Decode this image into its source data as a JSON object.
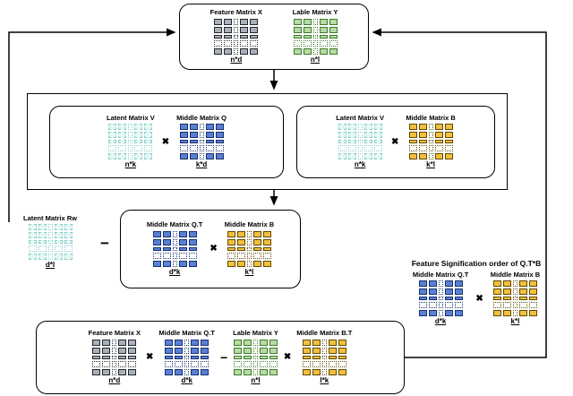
{
  "operators": {
    "multiply": "✖",
    "minus": "−"
  },
  "top_box": {
    "x": {
      "name": "Feature Matrix X",
      "dims": "n*d",
      "fill": "#a9b0ba",
      "border": "#23272b"
    },
    "y": {
      "name": "Lable Matrix Y",
      "dims": "n*l",
      "fill": "#b6dba4",
      "border": "#3f7a28"
    }
  },
  "factor_left": {
    "v": {
      "name": "Latent Matrix V",
      "dims": "n*k",
      "fill": "#e4f7f4",
      "border": "#86cfc8",
      "dashed": true
    },
    "q": {
      "name": "Middle Matrix Q",
      "dims": "k*d",
      "fill": "#5a7fd6",
      "border": "#17306e"
    }
  },
  "factor_right": {
    "v": {
      "name": "Latent Matrix V",
      "dims": "n*k",
      "fill": "#e4f7f4",
      "border": "#86cfc8",
      "dashed": true
    },
    "b": {
      "name": "Middle Matrix B",
      "dims": "k*l",
      "fill": "#f3bf3c",
      "border": "#5f4a00"
    }
  },
  "residual_row": {
    "rw": {
      "name": "Latent Matrix Rw",
      "dims": "d*l",
      "fill": "#e4f7f4",
      "border": "#86cfc8",
      "dashed": true
    },
    "qt": {
      "name": "Middle Matrix Q.T",
      "dims": "d*k",
      "fill": "#5a7fd6",
      "border": "#17306e"
    },
    "b": {
      "name": "Middle Matrix B",
      "dims": "k*l",
      "fill": "#f3bf3c",
      "border": "#5f4a00"
    }
  },
  "signification": {
    "title": "Feature Signification order of Q.T*B",
    "qt": {
      "name": "Middle Matrix Q.T",
      "dims": "d*k",
      "fill": "#5a7fd6",
      "border": "#17306e"
    },
    "b": {
      "name": "Middle Matrix B",
      "dims": "k*l",
      "fill": "#f3bf3c",
      "border": "#5f4a00"
    }
  },
  "bottom_box": {
    "x": {
      "name": "Feature Matrix X",
      "dims": "n*d",
      "fill": "#a9b0ba",
      "border": "#23272b"
    },
    "qt": {
      "name": "Middle Matrix Q.T",
      "dims": "d*k",
      "fill": "#5a7fd6",
      "border": "#17306e"
    },
    "y": {
      "name": "Lable Matrix Y",
      "dims": "n*l",
      "fill": "#b6dba4",
      "border": "#3f7a28"
    },
    "bt": {
      "name": "Middle Matrix B.T",
      "dims": "l*k",
      "fill": "#f3bf3c",
      "border": "#5f4a00"
    }
  }
}
